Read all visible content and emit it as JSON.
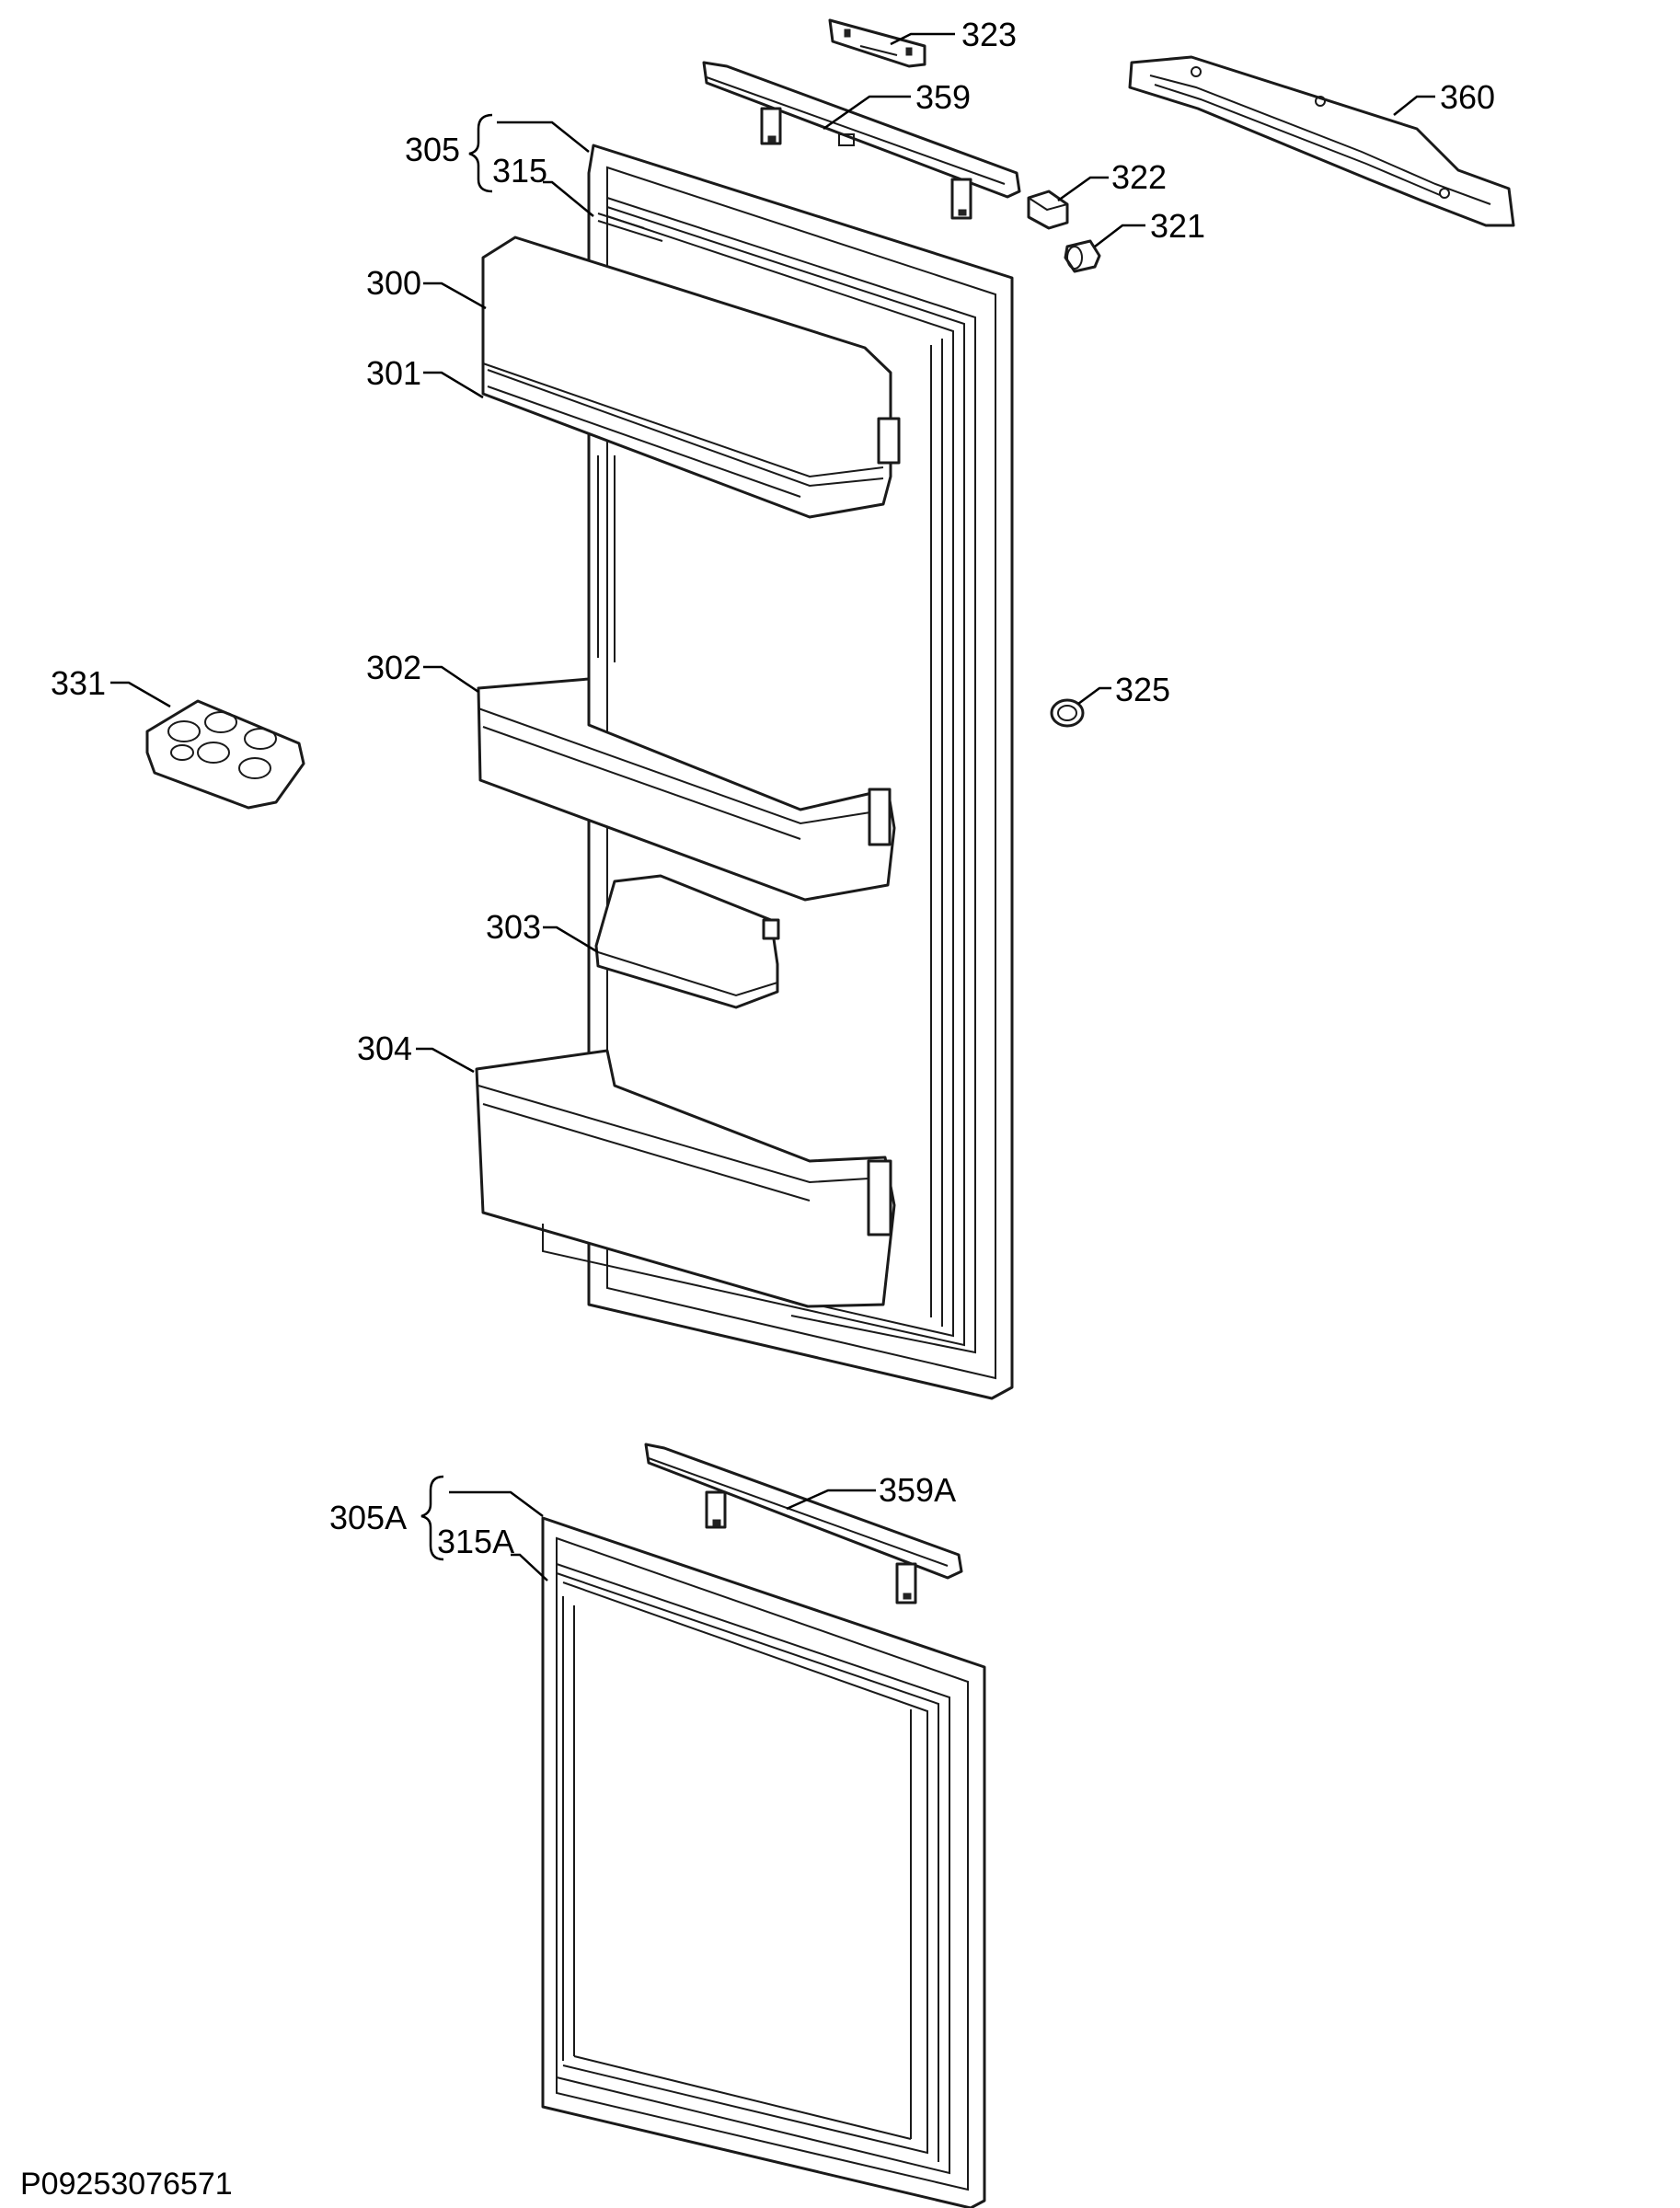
{
  "callouts": {
    "c323": "323",
    "c359": "359",
    "c360": "360",
    "c305": "305",
    "c315": "315",
    "c322": "322",
    "c321": "321",
    "c300": "300",
    "c301": "301",
    "c331": "331",
    "c302": "302",
    "c325": "325",
    "c303": "303",
    "c304": "304",
    "c359A": "359A",
    "c305A": "305A",
    "c315A": "315A"
  },
  "document_number": "P09253076571"
}
